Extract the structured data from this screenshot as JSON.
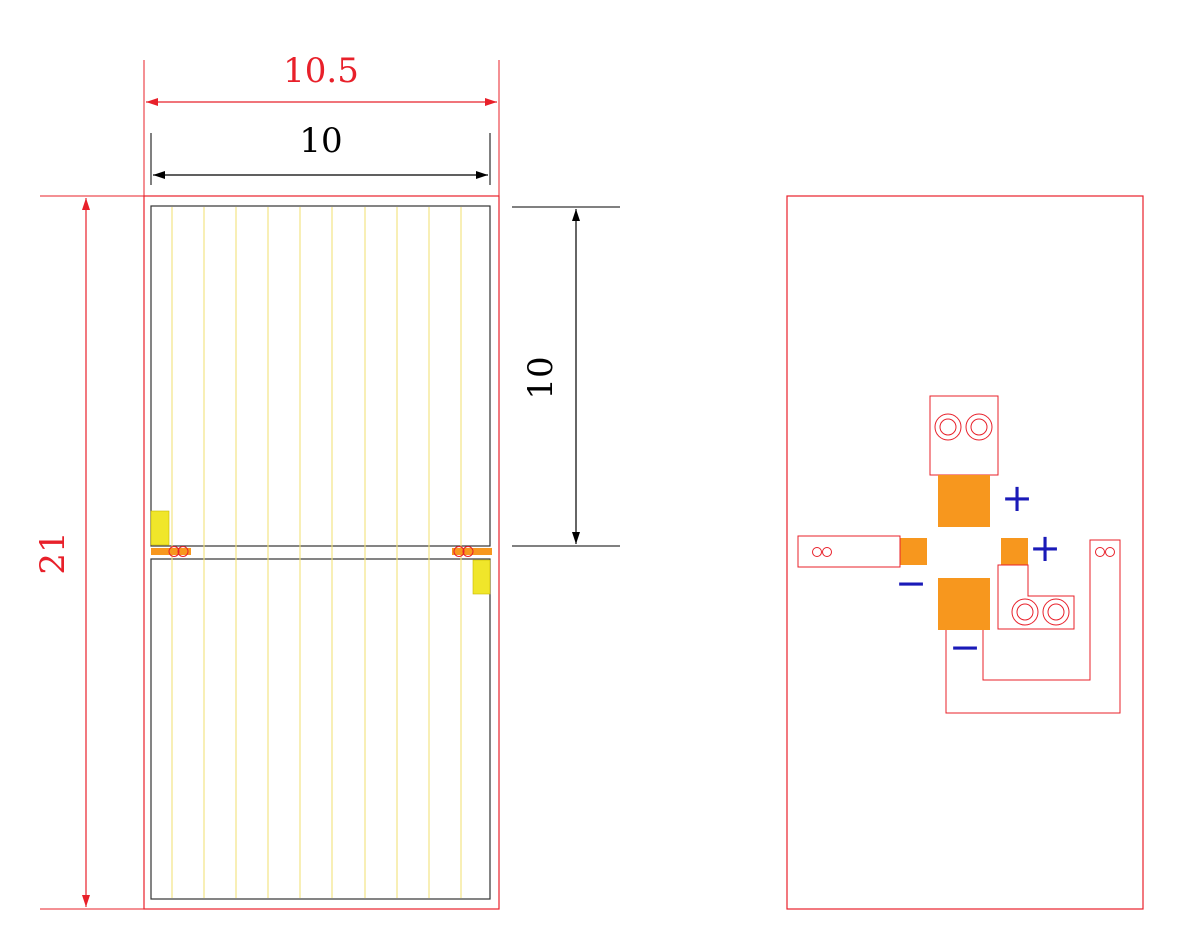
{
  "dimensions": {
    "outer_width": "10.5",
    "inner_width": "10",
    "outer_height": "21",
    "half_height": "10"
  },
  "polarity": {
    "plus_top": "+",
    "plus_right": "+",
    "minus_left": "−",
    "minus_bottom": "−"
  },
  "colors": {
    "outline_red": "#e8202a",
    "pad_orange": "#f7971e",
    "busbar_yellow": "#f0e62a",
    "grid_yellow": "#f2e27a",
    "sign_blue": "#1a1ab8",
    "frame_black": "#333333"
  }
}
